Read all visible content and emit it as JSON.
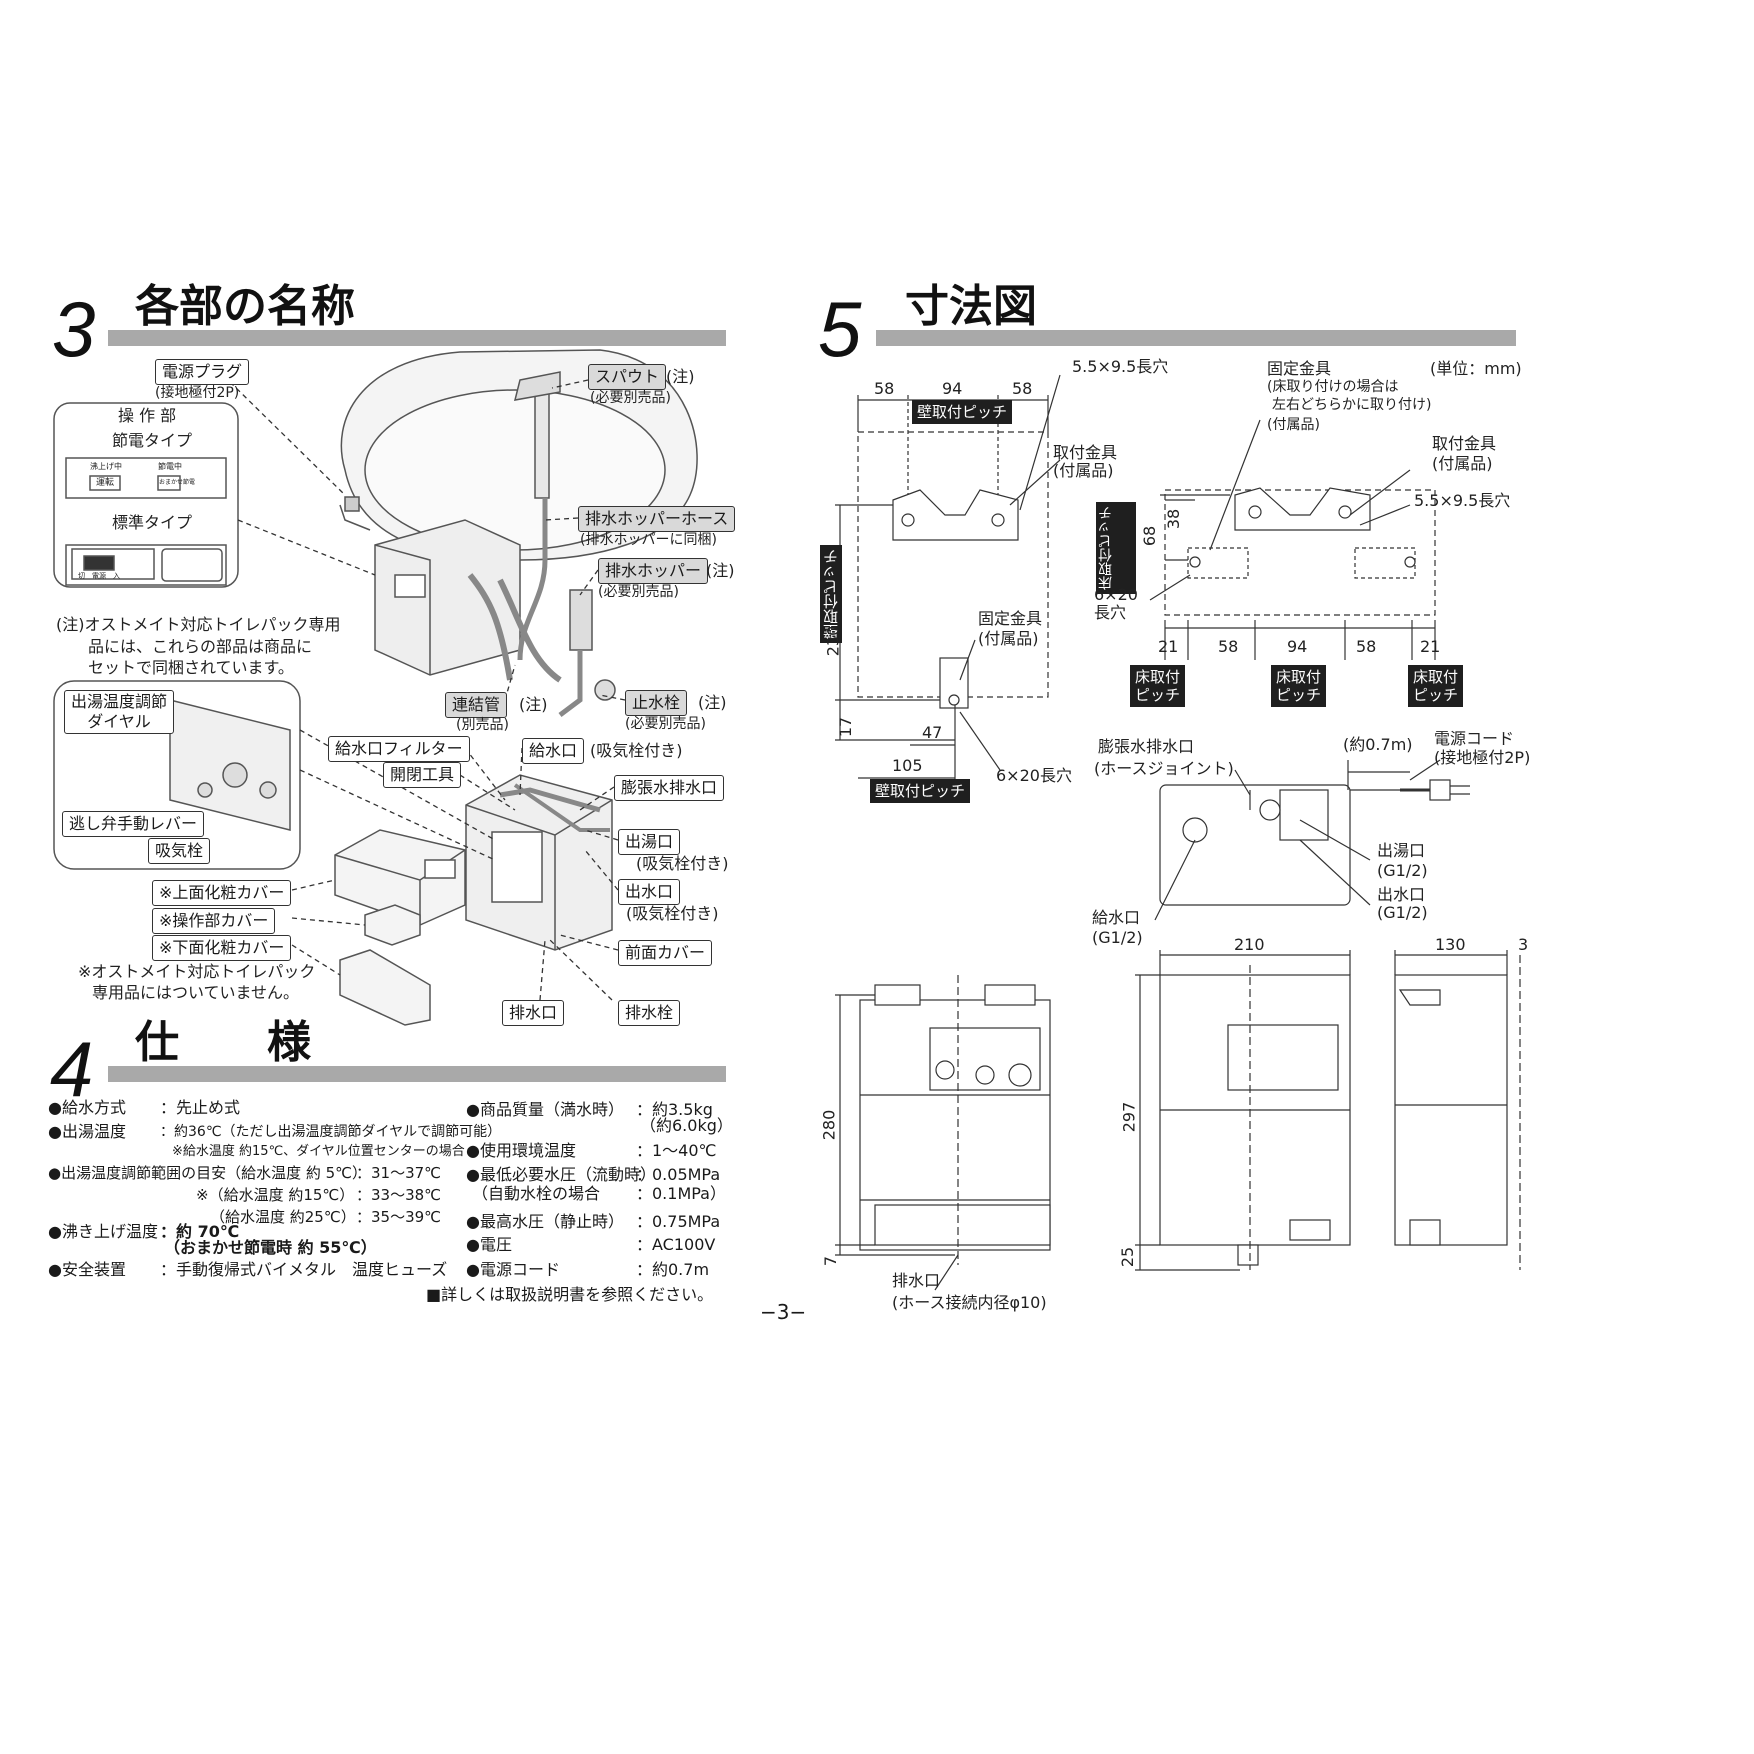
{
  "sections": {
    "s3": {
      "num": "3",
      "title": "各部の名称"
    },
    "s4": {
      "num": "4",
      "title": "仕　　様"
    },
    "s5": {
      "num": "5",
      "title": "寸法図"
    }
  },
  "parts": {
    "plug": "電源プラグ",
    "plug_sub": "(接地極付2P)",
    "panel_title": "操 作 部",
    "eco_type": "節電タイプ",
    "std_type": "標準タイプ",
    "panel_btn": "運転",
    "panel_led1": "沸上げ中",
    "panel_led2": "節電中",
    "panel_btn2": "おまかせ節電",
    "switch_label": "切　電源　入",
    "note": [
      "(注)オストメイト対応トイレパック専用",
      "品には、これらの部品は商品に",
      "セットで同梱されています。"
    ],
    "spout": "スパウト",
    "spout_note": "(注)",
    "spout_sub": "(必要別売品)",
    "hopper_hose": "排水ホッパーホース",
    "hopper_hose_sub": "(排水ホッパーに同梱)",
    "hopper": "排水ホッパー",
    "hopper_note": "(注)",
    "hopper_sub": "(必要別売品)",
    "connect_pipe": "連結管",
    "connect_note": "(注)",
    "connect_sub": "(別売品)",
    "stop_valve": "止水栓",
    "stop_note": "(注)",
    "stop_sub": "(必要別売品)",
    "temp_dial": [
      "出湯温度調節",
      "ダイヤル"
    ],
    "relief_lever": "逃し弁手動レバー",
    "air_valve": "吸気栓",
    "inlet_filter": "給水口フィルター",
    "open_tool": "開閉工具",
    "inlet": "給水口",
    "inlet_sub": "(吸気栓付き)",
    "expansion": "膨張水排水口",
    "hot_outlet": "出湯口",
    "hot_outlet_sub": "(吸気栓付き)",
    "water_outlet": "出水口",
    "water_outlet_sub": "(吸気栓付き)",
    "top_cover": "※上面化粧カバー",
    "panel_cover": "※操作部カバー",
    "bottom_cover": "※下面化粧カバー",
    "cover_note": [
      "※オストメイト対応トイレパック",
      "専用品にはついていません。"
    ],
    "front_cover": "前面カバー",
    "drain": "排水口",
    "drain_plug": "排水栓"
  },
  "specs": {
    "left": [
      {
        "label": "●給水方式",
        "value": "：先止め式"
      },
      {
        "label": "●出湯温度",
        "value": "：約36℃（ただし出湯温度調節ダイヤルで調節可能）"
      },
      {
        "label": "",
        "value": "※給水温度 約15℃、ダイヤル位置センターの場合"
      },
      {
        "label": "●出湯温度調節範囲の目安（給水温度 約 5℃）",
        "value": "：31〜37℃"
      },
      {
        "label": "※（給水温度 約15℃）",
        "value": "：33〜38℃"
      },
      {
        "label": "（給水温度 約25℃）",
        "value": "：35〜39℃"
      },
      {
        "label": "●沸き上げ温度",
        "value": "：約 70℃"
      },
      {
        "label": "",
        "value": "（おまかせ節電時 約 55℃）"
      },
      {
        "label": "●安全装置",
        "value": "：手動復帰式バイメタル　温度ヒューズ"
      }
    ],
    "right": [
      {
        "label": "●商品質量（満水時）",
        "value": "：約3.5kg"
      },
      {
        "label": "",
        "value": "（約6.0kg）"
      },
      {
        "label": "●使用環境温度",
        "value": "：1〜40℃"
      },
      {
        "label": "●最低必要水圧（流動時）",
        "value": "：0.05MPa"
      },
      {
        "label": "（自動水栓の場合",
        "value": "：0.1MPa）"
      },
      {
        "label": "●最高水圧（静止時）",
        "value": "：0.75MPa"
      },
      {
        "label": "●電圧",
        "value": "：AC100V"
      },
      {
        "label": "●電源コード",
        "value": "：約0.7m"
      }
    ],
    "footnote": "■詳しくは取扱説明書を参照ください。"
  },
  "dims": {
    "slot1": "5.5×9.5長穴",
    "d58a": "58",
    "d94a": "94",
    "d58b": "58",
    "wall_pitch": "壁取付ピッチ",
    "bracket": "取付金具",
    "bracket_sub": "(付属品)",
    "d230": "230",
    "d17": "17",
    "fix_bracket": "固定金具",
    "fix_bracket_sub": "(付属品)",
    "d47": "47",
    "d105": "105",
    "hole6x20": "6×20長穴",
    "fix2": "固定金具",
    "fix2_sub1": "(床取り付けの場合は",
    "fix2_sub2": "左右どちらかに取り付け)",
    "fix2_sub3": "(付属品)",
    "unit": "(単位：mm)",
    "bracket2": "取付金具",
    "bracket2_sub": "(付属品)",
    "slot2": "5.5×9.5長穴",
    "d68": "68",
    "d38": "38",
    "floor_pitch": "床取付ピッチ",
    "hole2": "6×20",
    "hole2b": "長穴",
    "d21a": "21",
    "d58c": "58",
    "d94b": "94",
    "d58d": "58",
    "d21b": "21",
    "floor1": [
      "床取付",
      "ピッチ"
    ],
    "floor2": [
      "床取付",
      "ピッチ"
    ],
    "floor3": [
      "床取付",
      "ピッチ"
    ],
    "exp_drain": "膨張水排水口",
    "exp_drain_sub": "(ホースジョイント)",
    "cord_len": "(約0.7m)",
    "cord": "電源コード",
    "cord_sub": "(接地極付2P)",
    "hot": "出湯口",
    "hot_sub": "(G1/2)",
    "wout": "出水口",
    "wout_sub": "(G1/2)",
    "win": "給水口",
    "win_sub": "(G1/2)",
    "d210": "210",
    "d130": "130",
    "d3": "3",
    "d280": "280",
    "d7": "7",
    "d297": "297",
    "d25": "25",
    "drain2": "排水口",
    "drain2_sub": "(ホース接続内径φ10)"
  },
  "page_number": "−3−"
}
